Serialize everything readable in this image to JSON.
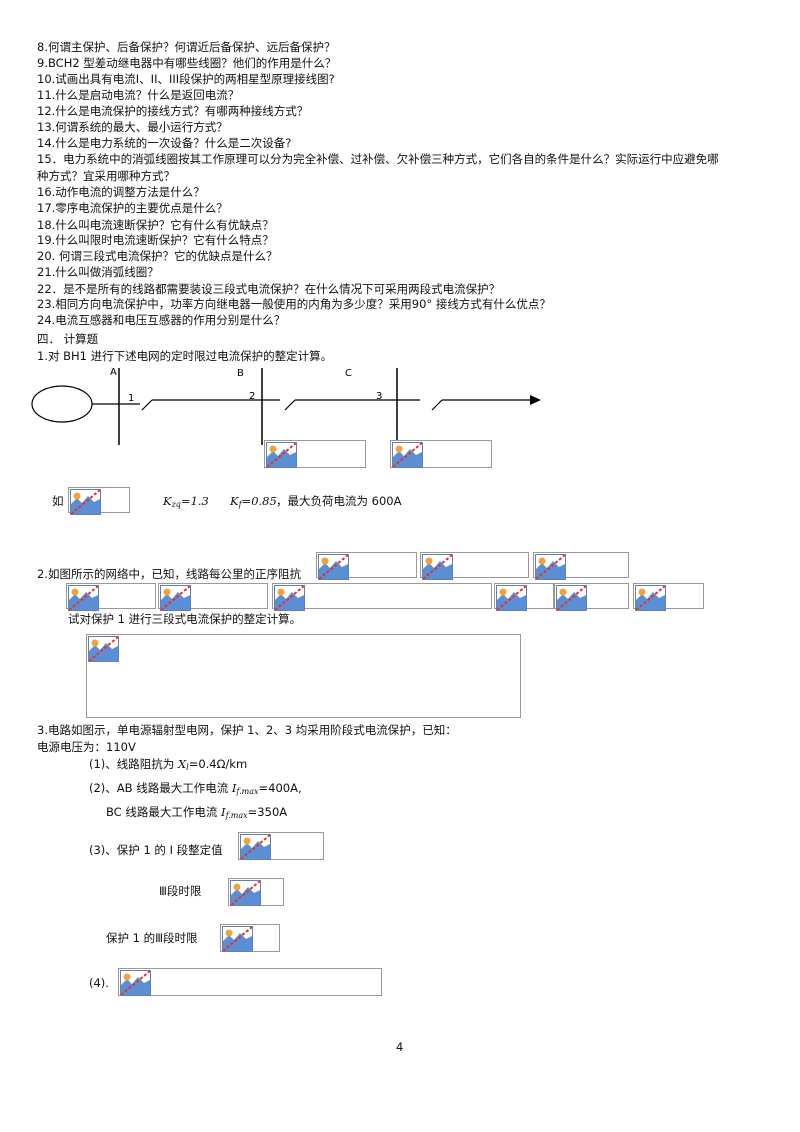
{
  "questions": [
    "8.何谓主保护、后备保护？何谓近后备保护、远后备保护？",
    "9.BCH2 型差动继电器中有哪些线圈？他们的作用是什么？",
    "10.试画出具有电流I、II、III段保护的两相星型原理接线图?",
    "11.什么是启动电流？什么是返回电流？",
    "12.什么是电流保护的接线方式？有哪两种接线方式？",
    "13.何谓系统的最大、最小运行方式？",
    "14.什么是电力系统的一次设备？什么是二次设备?",
    "15．电力系统中的消弧线圈按其工作原理可以分为完全补偿、过补偿、欠补偿三种方式，它们各自的条件是什么？实际运行中应避免哪",
    "种方式？宜采用哪种方式？",
    "16.动作电流的调整方法是什么？",
    "17.零序电流保护的主要优点是什么？",
    "18.什么叫电流速断保护？它有什么有优缺点？",
    "19.什么叫限时电流速断保护？它有什么特点？",
    "20.  何谓三段式电流保护？它的优缺点是什么？",
    "21.什么叫做消弧线圈？",
    "22．是不是所有的线路都需要装设三段式电流保护？在什么情况下可采用两段式电流保护？",
    "23.相同方向电流保护中，功率方向继电器一般使用的内角为多少度？采用90° 接线方式有什么优点？",
    "24.电流互感器和电压互感器的作用分别是什么？"
  ],
  "section4_title": "四． 计算题",
  "calc1": {
    "intro": "1.对 BH1 进行下述电网的定时限过电流保护的整定计算。",
    "bus_labels": [
      "A",
      "B",
      "C"
    ],
    "breaker_labels": [
      "1",
      "2",
      "3"
    ],
    "given_prefix": "如",
    "kzq_main": "K",
    "kzq_sub": "zq",
    "kzq_val": "=1.3",
    "kf_main": "K",
    "kf_sub": "f",
    "kf_val": "=0.85",
    "load_text": "，最大负荷电流为 600A"
  },
  "calc2": {
    "intro": "2.如图所示的网络中，已知，线路每公里的正序阻抗",
    "task": "试对保护 1 进行三段式电流保护的整定计算。"
  },
  "calc3": {
    "intro": "3.电路如图示，单电源辐射型电网，保护 1、2、3 均采用阶段式电流保护，已知：",
    "source_voltage": "电源电压为：110V",
    "item1_prefix": "(1)、线路阻抗为",
    "item1_sym": "X",
    "item1_sub": "l",
    "item1_val": "=0.4Ω/km",
    "item2_prefix": "(2)、AB 线路最大工作电流",
    "item2_sym": "I",
    "item2_sub": "f.max",
    "item2_val": "=400A,",
    "item2b_prefix": "BC 线路最大工作电流",
    "item2b_sym": "I",
    "item2b_sub": "f.max",
    "item2b_val": "=350A",
    "item3": "(3)、保护 1 的 I 段整定值",
    "item3b": "Ⅲ段时限",
    "item3c": "保护 1 的Ⅲ段时限",
    "item4": "(4)."
  },
  "page_number": "4",
  "icon": "broken-image-icon"
}
